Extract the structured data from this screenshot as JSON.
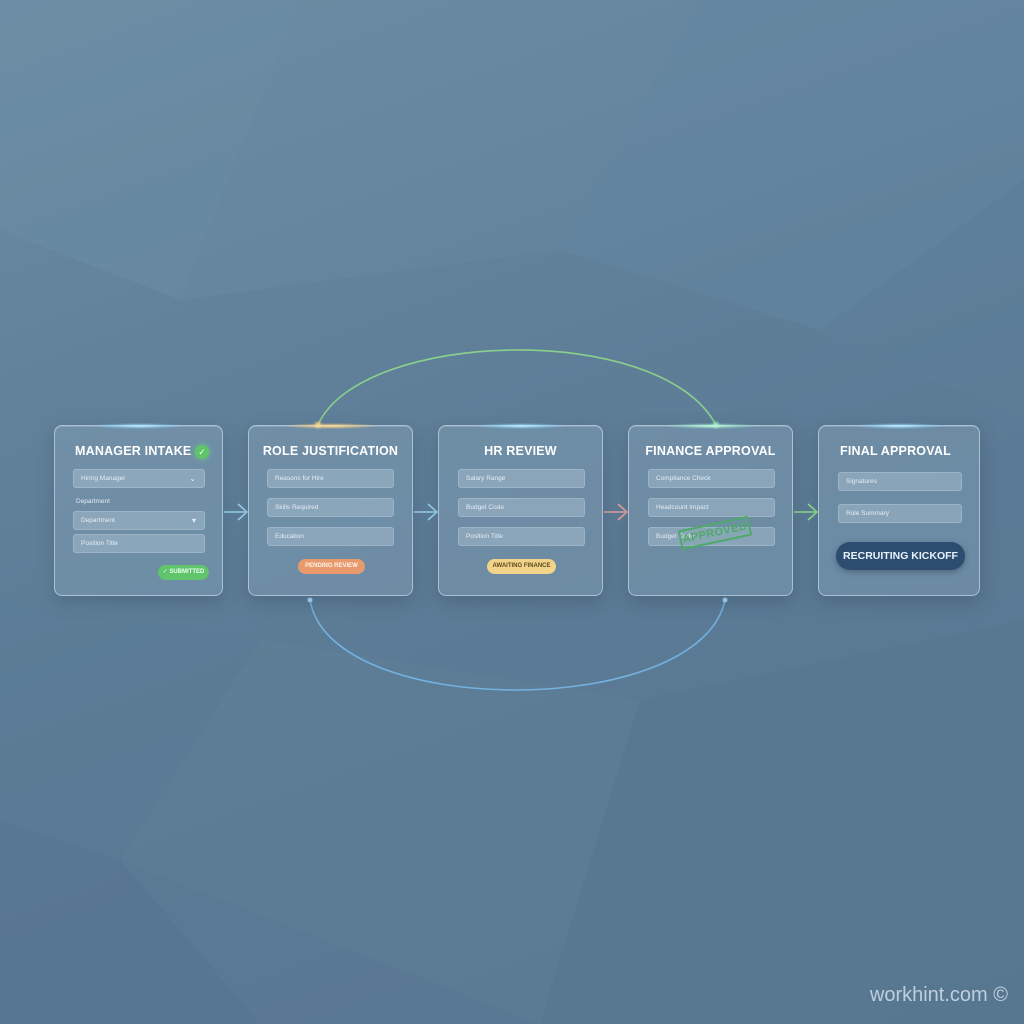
{
  "stages": [
    {
      "title": "MANAGER INTAKE",
      "fields": [
        "Hiring Manager",
        "Department",
        "Position Title"
      ],
      "field_label": "Department",
      "status": "SUBMITTED",
      "status_color": "#5fc46c"
    },
    {
      "title": "ROLE JUSTIFICATION",
      "fields": [
        "Reasons for Hire",
        "Skills Required",
        "Education"
      ],
      "status": "PENDING REVIEW",
      "status_color": "#e89a6c"
    },
    {
      "title": "HR REVIEW",
      "fields": [
        "Salary Range",
        "Budget Code",
        "Position Title"
      ],
      "status": "AWAITING FINANCE",
      "status_color": "#f1d38a"
    },
    {
      "title": "FINANCE APPROVAL",
      "fields": [
        "Compliance Check",
        "Headcount Impact",
        "Budget Code"
      ],
      "stamp": "APPROVED",
      "stamp_color": "#4fa96a"
    },
    {
      "title": "FINAL APPROVAL",
      "fields": [
        "Signatures",
        "Role Summary"
      ],
      "action": "RECRUITING KICKOFF"
    }
  ],
  "watermark": "workhint.com ©",
  "colors": {
    "arrow_blue": "#9fd3f2",
    "arrow_red": "#e8a2a2",
    "arrow_green": "#8fe08a",
    "loop_top": "#8fd98a",
    "loop_bottom": "#74b8e8"
  }
}
